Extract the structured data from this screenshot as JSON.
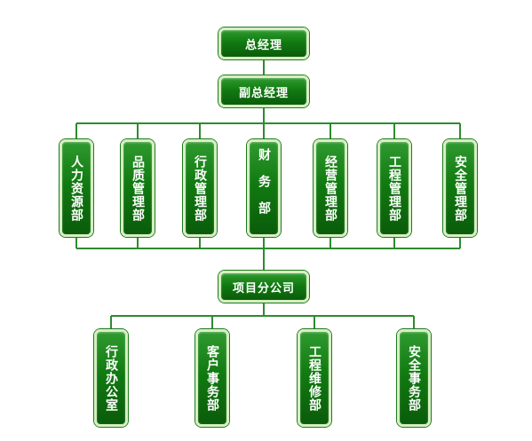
{
  "org": {
    "top": "总经理",
    "deputy": "副总经理",
    "departments": [
      "人力资源部",
      "品质管理部",
      "行政管理部",
      "财务部",
      "经营管理部",
      "工程管理部",
      "安全管理部"
    ],
    "branch": "项目分公司",
    "branch_departments": [
      "行政办公室",
      "客户事务部",
      "工程维修部",
      "安全事务部"
    ]
  },
  "colors": {
    "node": "#117a11",
    "node_border": "#d7efc2",
    "line": "#2e8b2e",
    "text": "#ffffff"
  }
}
